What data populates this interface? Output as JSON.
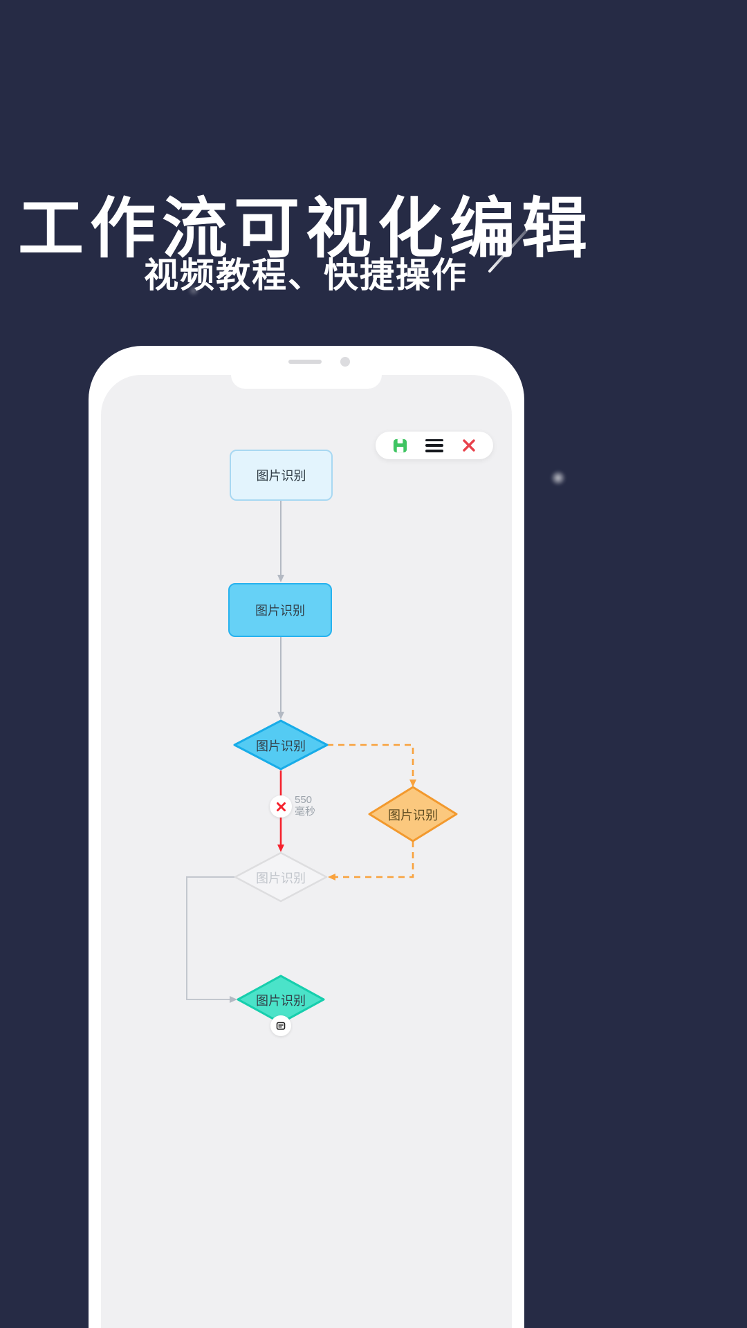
{
  "hero": {
    "title": "工作流可视化编辑",
    "subtitle": "视频教程、快捷操作"
  },
  "phone": {
    "toolbar": {
      "save_icon": "save-icon",
      "menu_icon": "menu-icon",
      "close_icon": "close-icon"
    },
    "flowchart": {
      "nodes": [
        {
          "id": "start-rect",
          "type": "rect-light",
          "label": "图片识别"
        },
        {
          "id": "step-rect",
          "type": "rect-cyan",
          "label": "图片识别"
        },
        {
          "id": "decision-blue",
          "type": "diamond-blue",
          "label": "图片识别"
        },
        {
          "id": "branch-orange",
          "type": "diamond-orange",
          "label": "图片识别"
        },
        {
          "id": "node-disabled",
          "type": "diamond-gray",
          "label": "图片识别"
        },
        {
          "id": "end-teal",
          "type": "diamond-teal",
          "label": "图片识别"
        }
      ],
      "edge_label": {
        "value": "550",
        "unit": "毫秒"
      }
    }
  },
  "colors": {
    "background": "#262B45",
    "node_light_fill": "#E3F4FD",
    "node_light_border": "#A8D8F2",
    "node_cyan_fill": "#66D1F6",
    "node_cyan_border": "#27B2EE",
    "diamond_blue_fill": "#54CBF3",
    "diamond_blue_border": "#18ACE8",
    "diamond_orange_fill": "#FBC87E",
    "diamond_orange_border": "#F2992E",
    "diamond_gray_fill": "#F4F4F6",
    "diamond_gray_border": "#DDDDDF",
    "diamond_teal_fill": "#4BE3C9",
    "diamond_teal_border": "#17CEAD",
    "edge_gray": "#B3B9C3",
    "edge_red": "#F5222D",
    "edge_orange": "#F9A23D",
    "save_green": "#3FC462",
    "close_red": "#E8414B"
  }
}
